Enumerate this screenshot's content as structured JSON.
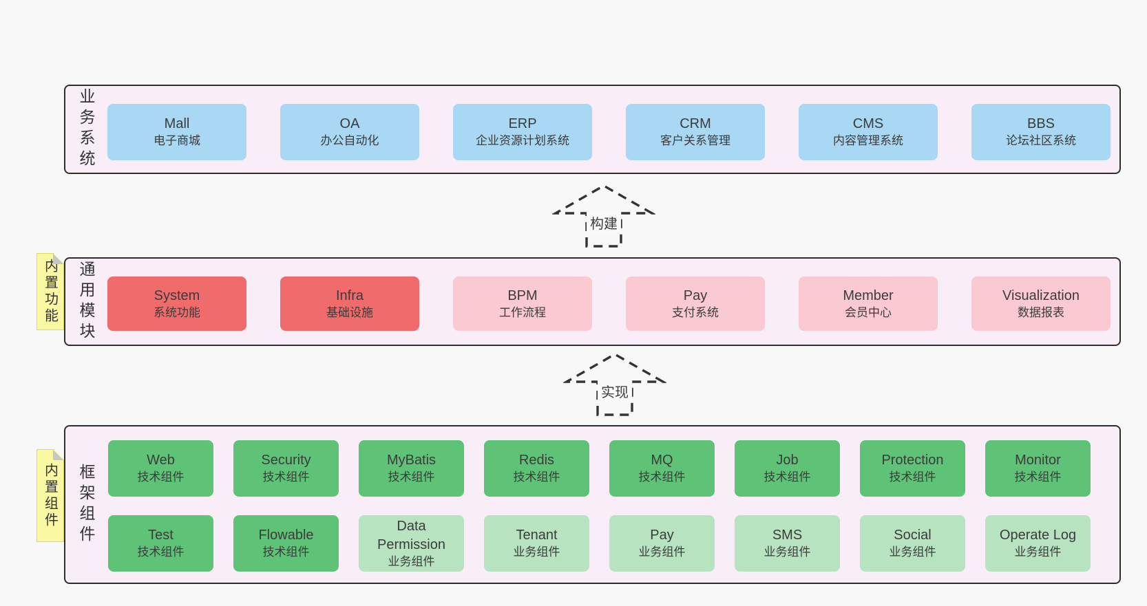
{
  "colors": {
    "page_background": "#f8f8f8",
    "panel_background": "#f9eef8",
    "panel_border": "#2d2d2d",
    "blue_box": "#a8d8f3",
    "red_box": "#f06b6b",
    "pink_box": "#fbc9d2",
    "green_dark_box": "#5fc377",
    "green_light_box": "#b7e3c0",
    "sticky_background": "#fbf8a3",
    "sticky_fold": "#c6c6c6",
    "text": "#3b3b3b"
  },
  "arrows": [
    {
      "label": "构建"
    },
    {
      "label": "实现"
    }
  ],
  "panels": [
    {
      "label": "业务系统",
      "boxes": [
        {
          "name": "Mall",
          "subtitle": "电子商城"
        },
        {
          "name": "OA",
          "subtitle": "办公自动化"
        },
        {
          "name": "ERP",
          "subtitle": "企业资源计划系统"
        },
        {
          "name": "CRM",
          "subtitle": "客户关系管理"
        },
        {
          "name": "CMS",
          "subtitle": "内容管理系统"
        },
        {
          "name": "BBS",
          "subtitle": "论坛社区系统"
        }
      ]
    },
    {
      "label": "通用模块",
      "sticky": "内置功能",
      "boxes": [
        {
          "name": "System",
          "subtitle": "系统功能"
        },
        {
          "name": "Infra",
          "subtitle": "基础设施"
        },
        {
          "name": "BPM",
          "subtitle": "工作流程"
        },
        {
          "name": "Pay",
          "subtitle": "支付系统"
        },
        {
          "name": "Member",
          "subtitle": "会员中心"
        },
        {
          "name": "Visualization",
          "subtitle": "数据报表"
        }
      ]
    },
    {
      "label": "框架组件",
      "sticky": "内置组件",
      "rows": [
        [
          {
            "name": "Web",
            "subtitle": "技术组件"
          },
          {
            "name": "Security",
            "subtitle": "技术组件"
          },
          {
            "name": "MyBatis",
            "subtitle": "技术组件"
          },
          {
            "name": "Redis",
            "subtitle": "技术组件"
          },
          {
            "name": "MQ",
            "subtitle": "技术组件"
          },
          {
            "name": "Job",
            "subtitle": "技术组件"
          },
          {
            "name": "Protection",
            "subtitle": "技术组件"
          },
          {
            "name": "Monitor",
            "subtitle": "技术组件"
          }
        ],
        [
          {
            "name": "Test",
            "subtitle": "技术组件"
          },
          {
            "name": "Flowable",
            "subtitle": "技术组件"
          },
          {
            "name": "Data Permission",
            "subtitle": "业务组件"
          },
          {
            "name": "Tenant",
            "subtitle": "业务组件"
          },
          {
            "name": "Pay",
            "subtitle": "业务组件"
          },
          {
            "name": "SMS",
            "subtitle": "业务组件"
          },
          {
            "name": "Social",
            "subtitle": "业务组件"
          },
          {
            "name": "Operate Log",
            "subtitle": "业务组件"
          }
        ]
      ]
    }
  ]
}
